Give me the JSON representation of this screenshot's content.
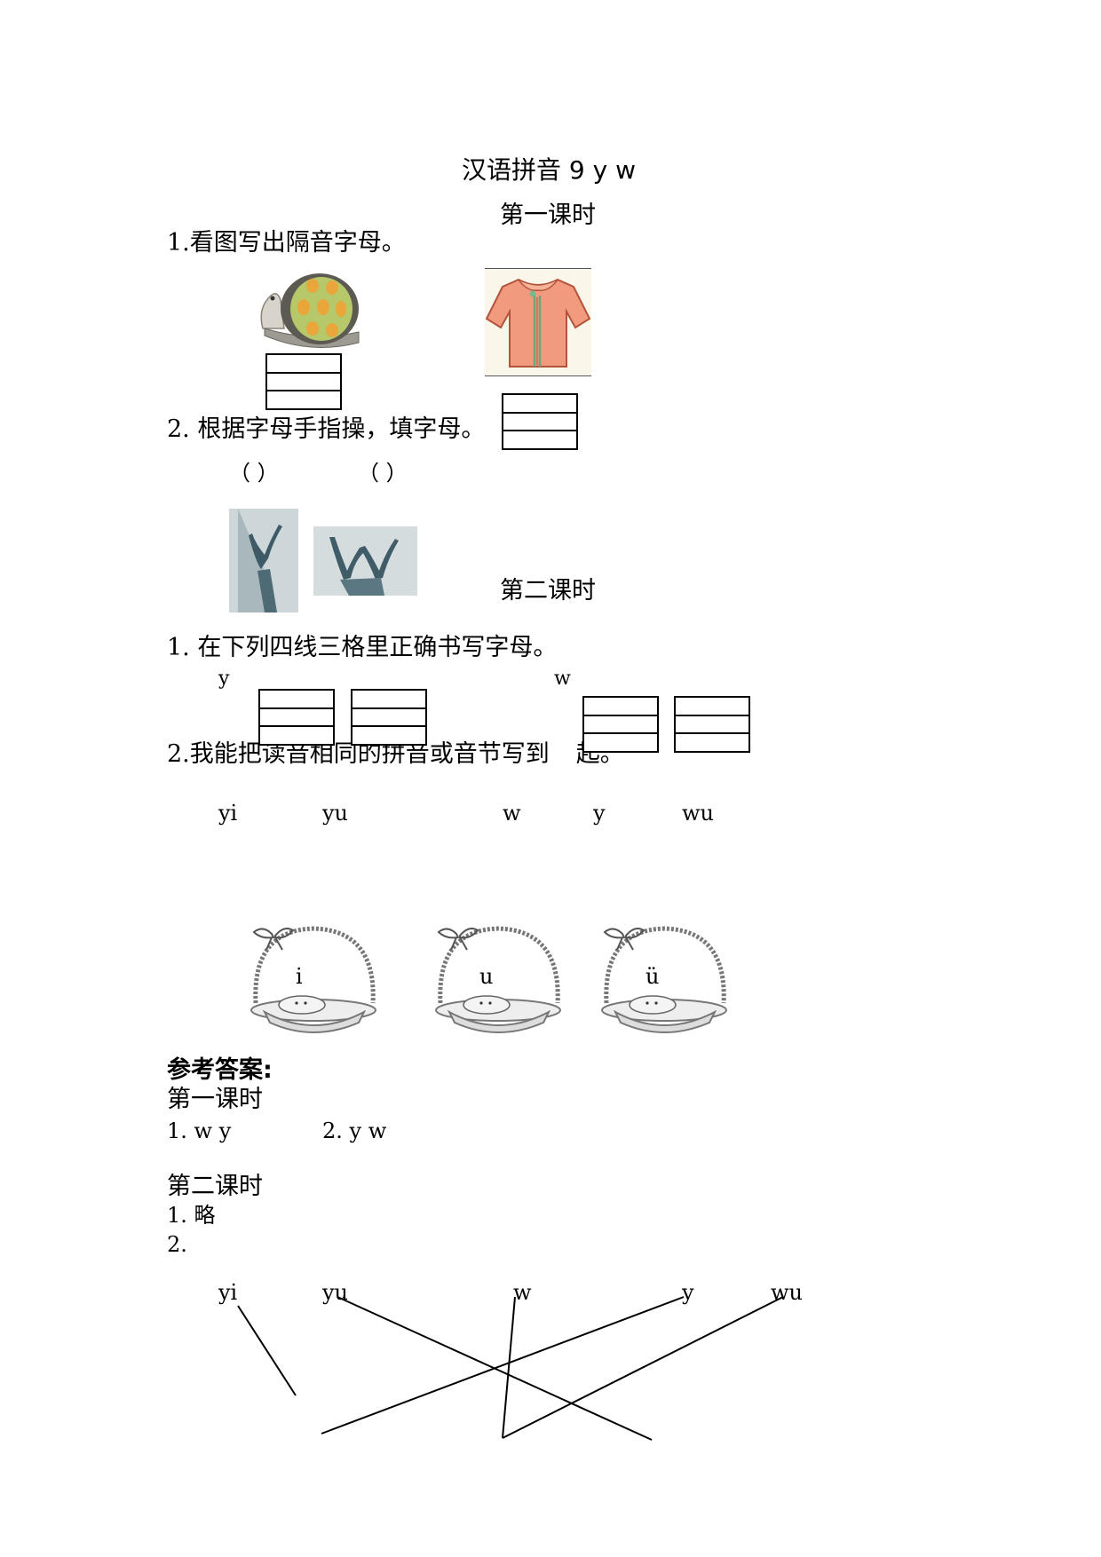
{
  "doc": {
    "title": "汉语拼音 9  y w",
    "lesson1": "第一课时",
    "lesson2": "第二课时"
  },
  "lesson1": {
    "q1": "1.看图写出隔音字母。",
    "q2": "2. 根据字母手指操，填字母。",
    "paren_left": "（     ）",
    "paren_right": "（     ）"
  },
  "lesson2": {
    "q1": "1. 在下列四线三格里正确书写字母。",
    "letter_y": "y",
    "letter_w": "w",
    "q2_start": "2.我能把读音相同的拼音或音节写到",
    "q2_end": "起。",
    "options": [
      "yi",
      "yu",
      "w",
      "y",
      "wu"
    ],
    "baskets": [
      "i",
      "u",
      "ü"
    ]
  },
  "answers": {
    "heading": "参考答案:",
    "lesson1": "第一课时",
    "line1a": "1. w   y",
    "line1b": "2. y   w",
    "lesson2": "第二课时",
    "line2": "1. 略",
    "line3": "2.",
    "options": [
      "yi",
      "yu",
      "w",
      "y",
      "wu"
    ]
  }
}
